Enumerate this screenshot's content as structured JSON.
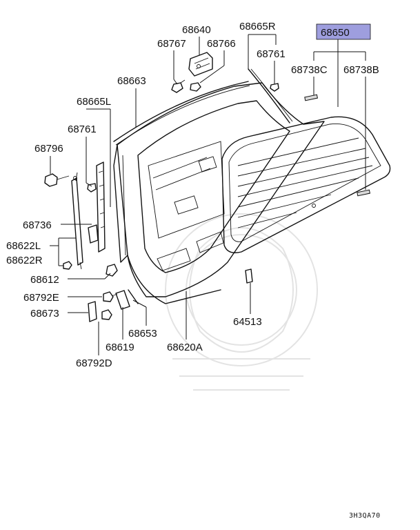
{
  "highlight_color": "#9e9ede",
  "labels": {
    "p68650": "68650",
    "p68640": "68640",
    "p68665R": "68665R",
    "p68767": "68767",
    "p68766": "68766",
    "p68761_top": "68761",
    "p68738C": "68738C",
    "p68738B": "68738B",
    "p68663": "68663",
    "p68665L": "68665L",
    "p68761_left": "68761",
    "p68796": "68796",
    "p68736": "68736",
    "p68622L": "68622L",
    "p68622R": "68622R",
    "p68612": "68612",
    "p68792E": "68792E",
    "p68673": "68673",
    "p68653": "68653",
    "p68619": "68619",
    "p68620A": "68620A",
    "p68792D": "68792D",
    "p64513": "64513"
  },
  "diagram_code": "3H3QA70"
}
